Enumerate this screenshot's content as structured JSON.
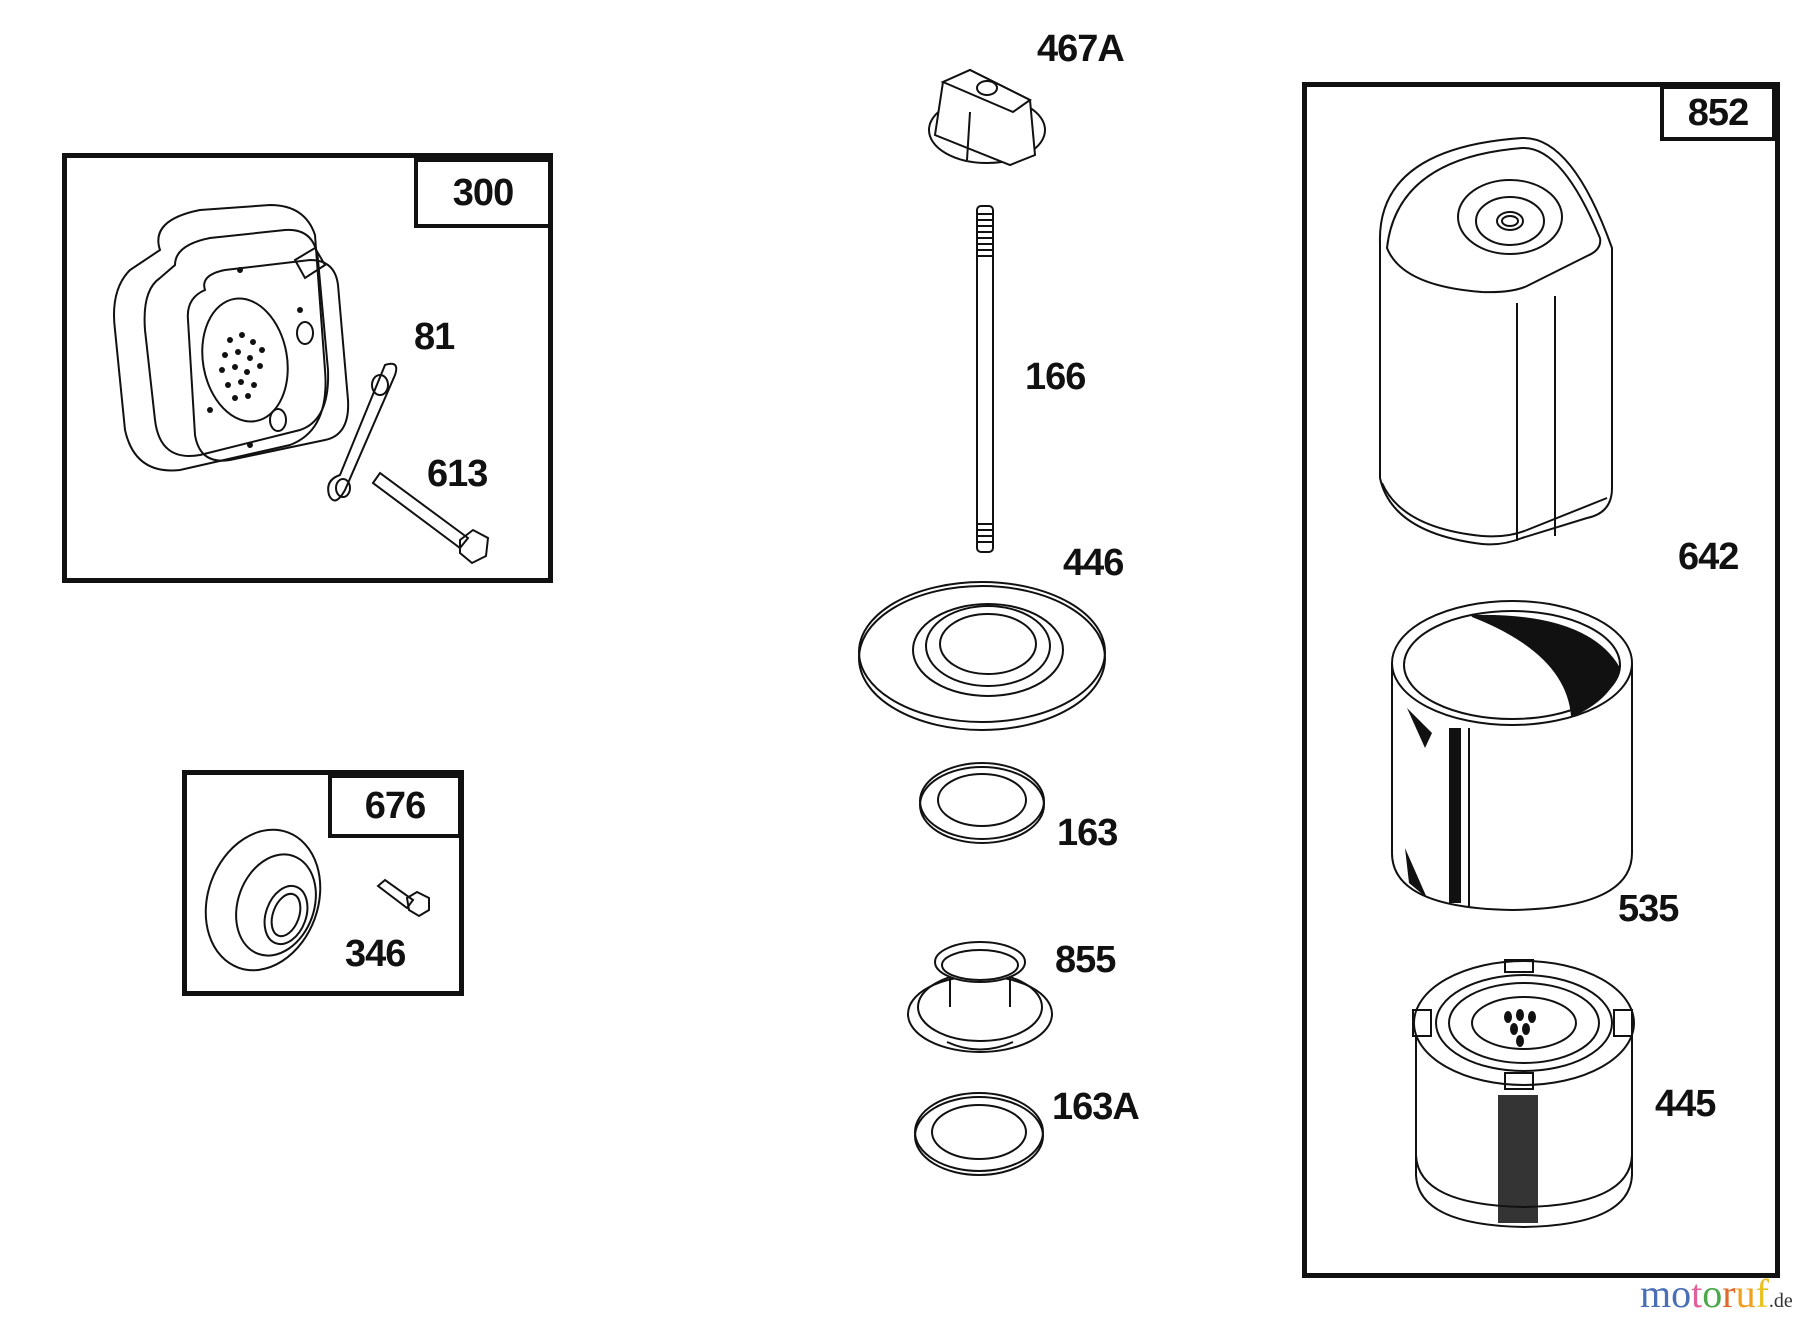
{
  "assemblies": {
    "muffler": {
      "id": "300",
      "parts": [
        "81",
        "613"
      ]
    },
    "muffler_deflector": {
      "id": "676",
      "parts": [
        "346"
      ]
    },
    "air_cleaner": {
      "id": "852",
      "parts": [
        "642",
        "535",
        "445"
      ]
    }
  },
  "loose_parts": {
    "knob": "467A",
    "stud": "166",
    "base_plate": "446",
    "seal_upper": "163",
    "spacer": "855",
    "seal_lower": "163A"
  },
  "watermark": {
    "letters": [
      {
        "ch": "m",
        "color": "#4a6fb5"
      },
      {
        "ch": "o",
        "color": "#4a6fb5"
      },
      {
        "ch": "t",
        "color": "#e0609a"
      },
      {
        "ch": "o",
        "color": "#4aa84a"
      },
      {
        "ch": "r",
        "color": "#e06a2a"
      },
      {
        "ch": "u",
        "color": "#f0a020"
      },
      {
        "ch": "f",
        "color": "#e8c020"
      }
    ],
    "tld": ".de"
  }
}
